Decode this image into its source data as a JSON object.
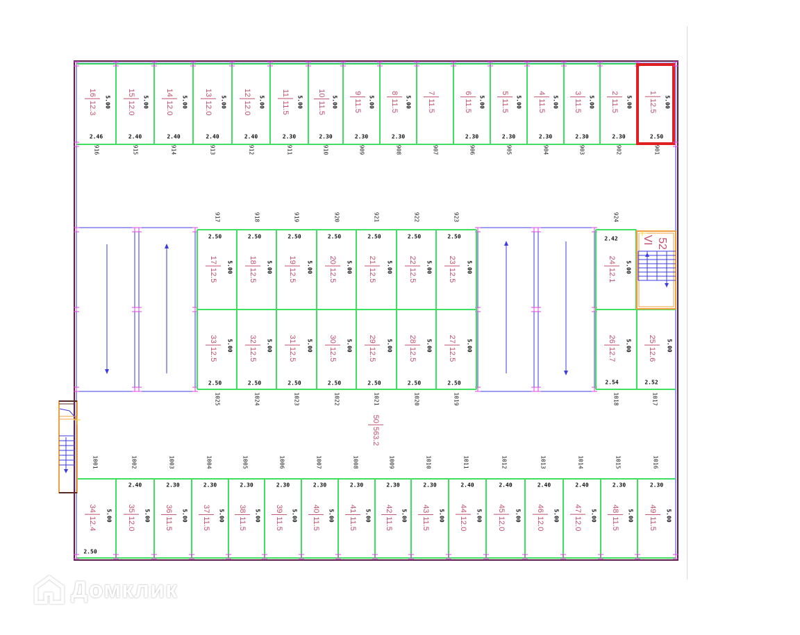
{
  "colors": {
    "wall": "#5a1a4a",
    "inner": "#3a3ae0",
    "cell": "#3fe060",
    "tick": "#e040e0",
    "stair": "#f0a040",
    "highlight": "#e02020",
    "label": "#c0506e"
  },
  "top_row": [
    {
      "num": "16",
      "area": "12.3",
      "depth": "5.00",
      "width": "2.46",
      "axis": "916"
    },
    {
      "num": "15",
      "area": "12.0",
      "depth": "5.00",
      "width": "2.40",
      "axis": "915"
    },
    {
      "num": "14",
      "area": "12.0",
      "depth": "5.00",
      "width": "2.40",
      "axis": "914"
    },
    {
      "num": "13",
      "area": "12.0",
      "depth": "5.00",
      "width": "2.40",
      "axis": "913"
    },
    {
      "num": "12",
      "area": "12.0",
      "depth": "5.00",
      "width": "2.40",
      "axis": "912"
    },
    {
      "num": "11",
      "area": "11.5",
      "depth": "5.00",
      "width": "2.30",
      "axis": "911"
    },
    {
      "num": "10",
      "area": "11.5",
      "depth": "5.00",
      "width": "2.30",
      "axis": "910"
    },
    {
      "num": "9",
      "area": "11.5",
      "depth": "5.00",
      "width": "2.30",
      "axis": "909"
    },
    {
      "num": "8",
      "area": "11.5",
      "depth": "5.00",
      "width": "2.30",
      "axis": "908"
    },
    {
      "num": "7",
      "area": "11.5",
      "depth": "",
      "width": "",
      "axis": "907"
    },
    {
      "num": "6",
      "area": "11.5",
      "depth": "5.00",
      "width": "2.30",
      "axis": "906"
    },
    {
      "num": "5",
      "area": "11.5",
      "depth": "5.00",
      "width": "2.30",
      "axis": "905"
    },
    {
      "num": "4",
      "area": "11.5",
      "depth": "5.00",
      "width": "2.30",
      "axis": "904"
    },
    {
      "num": "3",
      "area": "11.5",
      "depth": "5.00",
      "width": "2.30",
      "axis": "903"
    },
    {
      "num": "2",
      "area": "11.5",
      "depth": "5.00",
      "width": "2.30",
      "axis": "902"
    },
    {
      "num": "1",
      "area": "12.5",
      "depth": "5.00",
      "width": "2.50",
      "axis": "901",
      "highlighted": true
    }
  ],
  "mid_upper": [
    {
      "num": "17",
      "area": "12.5",
      "depth": "5.00",
      "width": "2.50",
      "axis": "917"
    },
    {
      "num": "18",
      "area": "12.5",
      "depth": "5.00",
      "width": "2.50",
      "axis": "918"
    },
    {
      "num": "19",
      "area": "12.5",
      "depth": "5.00",
      "width": "2.50",
      "axis": "919"
    },
    {
      "num": "20",
      "area": "12.5",
      "depth": "5.00",
      "width": "2.50",
      "axis": "920"
    },
    {
      "num": "21",
      "area": "12.5",
      "depth": "5.00",
      "width": "2.50",
      "axis": "921"
    },
    {
      "num": "22",
      "area": "12.5",
      "depth": "5.00",
      "width": "2.50",
      "axis": "922"
    },
    {
      "num": "23",
      "area": "12.5",
      "depth": "5.00",
      "width": "2.50",
      "axis": "923"
    }
  ],
  "mid_lower": [
    {
      "num": "33",
      "area": "12.5",
      "depth": "5.00",
      "width": "2.50",
      "axis": "1025"
    },
    {
      "num": "32",
      "area": "12.5",
      "depth": "5.00",
      "width": "2.50",
      "axis": "1024"
    },
    {
      "num": "31",
      "area": "12.5",
      "depth": "5.00",
      "width": "2.50",
      "axis": "1023"
    },
    {
      "num": "30",
      "area": "12.5",
      "depth": "5.00",
      "width": "2.50",
      "axis": "1022"
    },
    {
      "num": "29",
      "area": "12.5",
      "depth": "5.00",
      "width": "2.50",
      "axis": "1021"
    },
    {
      "num": "28",
      "area": "12.5",
      "depth": "5.00",
      "width": "2.50",
      "axis": "1020"
    },
    {
      "num": "27",
      "area": "12.5",
      "depth": "5.00",
      "width": "2.50",
      "axis": "1019"
    }
  ],
  "right_block": {
    "p24": {
      "num": "24",
      "area": "12.1",
      "depth": "5.00",
      "width": "2.42",
      "axis": "924"
    },
    "p26": {
      "num": "26",
      "area": "12.7",
      "depth": "5.00",
      "width": "2.54",
      "axis": "1018"
    },
    "p25": {
      "num": "25",
      "area": "12.6",
      "depth": "5.00",
      "width": "2.52",
      "axis": "1017"
    },
    "stair": {
      "label": "52",
      "mark": "VI"
    }
  },
  "bottom_row": [
    {
      "num": "34",
      "area": "12.4",
      "depth": "5.00",
      "width": "2.50",
      "axis": "1001"
    },
    {
      "num": "35",
      "area": "12.0",
      "depth": "5.00",
      "width": "2.40",
      "axis": "1002"
    },
    {
      "num": "36",
      "area": "11.5",
      "depth": "5.00",
      "width": "2.30",
      "axis": "1003"
    },
    {
      "num": "37",
      "area": "11.5",
      "depth": "5.00",
      "width": "2.30",
      "axis": "1004"
    },
    {
      "num": "38",
      "area": "11.5",
      "depth": "5.00",
      "width": "2.30",
      "axis": "1005"
    },
    {
      "num": "39",
      "area": "11.5",
      "depth": "5.00",
      "width": "2.30",
      "axis": "1006"
    },
    {
      "num": "40",
      "area": "11.5",
      "depth": "5.00",
      "width": "2.30",
      "axis": "1007"
    },
    {
      "num": "41",
      "area": "11.5",
      "depth": "5.00",
      "width": "2.30",
      "axis": "1008"
    },
    {
      "num": "42",
      "area": "11.5",
      "depth": "5.00",
      "width": "2.30",
      "axis": "1009"
    },
    {
      "num": "43",
      "area": "11.5",
      "depth": "5.00",
      "width": "2.30",
      "axis": "1010"
    },
    {
      "num": "44",
      "area": "12.0",
      "depth": "5.00",
      "width": "2.40",
      "axis": "1011"
    },
    {
      "num": "45",
      "area": "12.0",
      "depth": "5.00",
      "width": "2.40",
      "axis": "1012"
    },
    {
      "num": "46",
      "area": "12.0",
      "depth": "5.00",
      "width": "2.40",
      "axis": "1013"
    },
    {
      "num": "47",
      "area": "12.0",
      "depth": "5.00",
      "width": "2.40",
      "axis": "1014"
    },
    {
      "num": "48",
      "area": "11.5",
      "depth": "5.00",
      "width": "2.30",
      "axis": "1015"
    },
    {
      "num": "49",
      "area": "11.5",
      "depth": "5.00",
      "width": "2.30",
      "axis": "1016"
    }
  ],
  "aisle": {
    "num": "50",
    "area": "563.2"
  },
  "watermark": "Домклик"
}
